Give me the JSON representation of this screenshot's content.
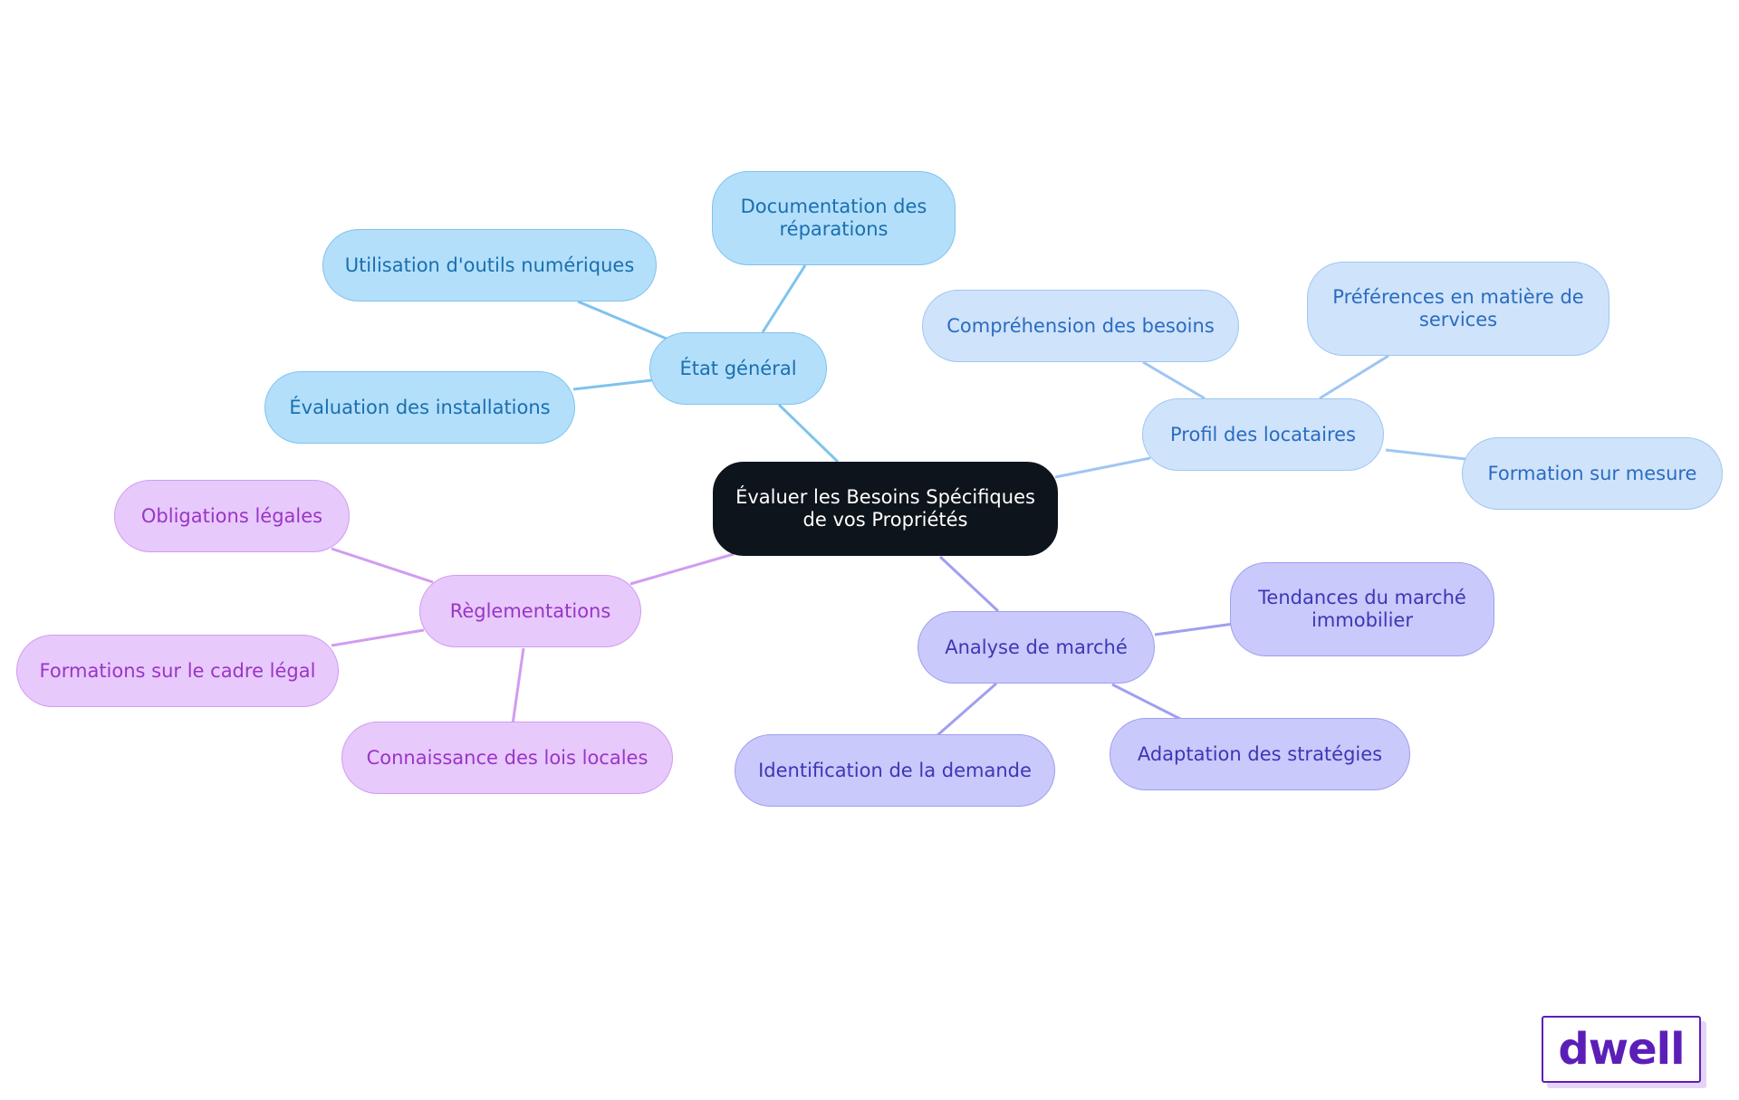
{
  "mindmap": {
    "root": "Évaluer les Besoins Spécifiques\nde vos Propriétés",
    "branches": [
      {
        "label": "État général",
        "children": [
          "Documentation des\nréparations",
          "Utilisation d'outils numériques",
          "Évaluation des installations"
        ]
      },
      {
        "label": "Profil des locataires",
        "children": [
          "Compréhension des besoins",
          "Préférences en matière de\nservices",
          "Formation sur mesure"
        ]
      },
      {
        "label": "Analyse de marché",
        "children": [
          "Tendances du marché\nimmobilier",
          "Adaptation des stratégies",
          "Identification de la demande"
        ]
      },
      {
        "label": "Règlementations",
        "children": [
          "Obligations légales",
          "Formations sur le cadre légal",
          "Connaissance des lois locales"
        ]
      }
    ]
  },
  "colors": {
    "root": "#0e141b",
    "etat_general": "#b3dffb",
    "profil_locataires": "#cfe3fb",
    "analyse_marche": "#c9c9fb",
    "reglementations": "#e7c9fb",
    "brand": "#5b1fb8"
  },
  "logo": {
    "text": "dwell"
  }
}
